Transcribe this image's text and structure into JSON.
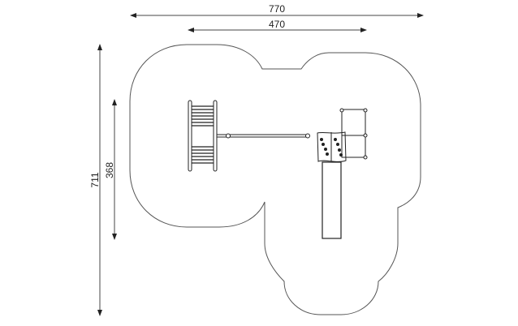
{
  "dimensions": {
    "overall_width": "770",
    "inner_width": "470",
    "overall_depth": "711",
    "inner_depth": "368"
  },
  "colors": {
    "line": "#555555",
    "equipment": "#222222"
  }
}
